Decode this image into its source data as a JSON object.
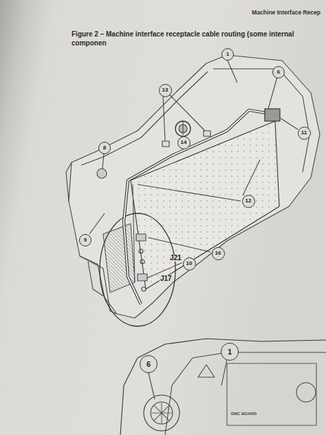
{
  "diagram": {
    "title": "Figure 2 – Machine interface receptacle cable routing (some internal componen",
    "labels": [
      "Machine Interface Recep",
      "1",
      "6",
      "13",
      "14",
      "11",
      "8",
      "12",
      "9",
      "16",
      "J21",
      "10",
      "J17",
      "6",
      "1",
      "EMC BOARD"
    ]
  }
}
